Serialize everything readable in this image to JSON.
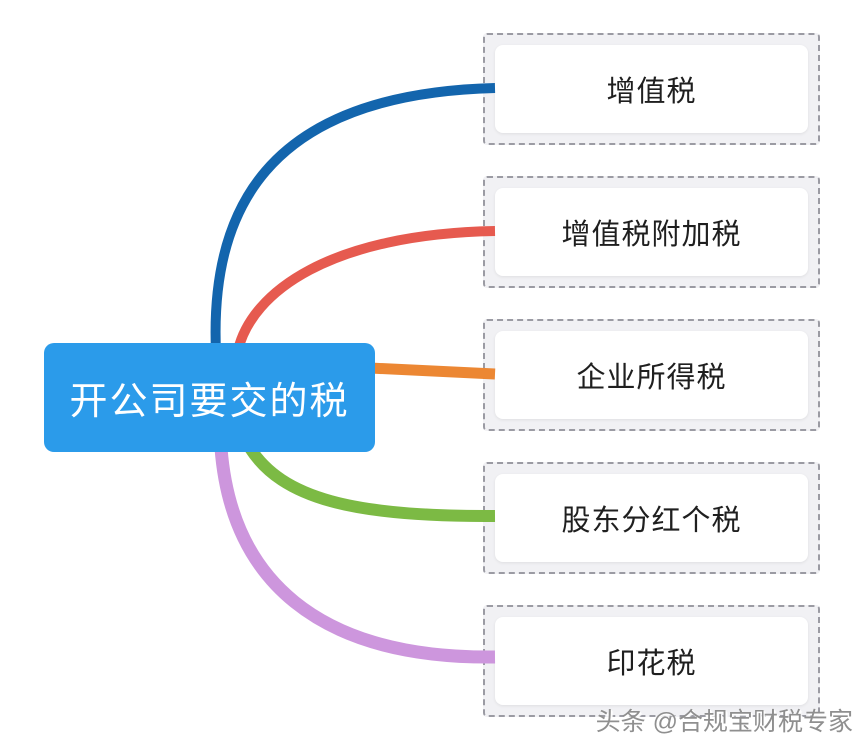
{
  "root": {
    "label": "开公司要交的税",
    "color": "#2B9BEA",
    "text_color": "#FFFFFF"
  },
  "branches": [
    {
      "label": "增值税",
      "color": "#1365AD"
    },
    {
      "label": "增值税附加税",
      "color": "#E65A4F"
    },
    {
      "label": "企业所得税",
      "color": "#EC8733"
    },
    {
      "label": "股东分红个税",
      "color": "#7CBA44"
    },
    {
      "label": "印花税",
      "color": "#CD96DD"
    }
  ],
  "box_style": {
    "border_color": "#9B9BA3",
    "background": "#F1F1F4",
    "card_background": "#FFFFFF",
    "text_color": "#1F1F1F"
  },
  "watermark": {
    "text": "头条 @合规宝财税专家",
    "color": "#8F8F8F"
  }
}
